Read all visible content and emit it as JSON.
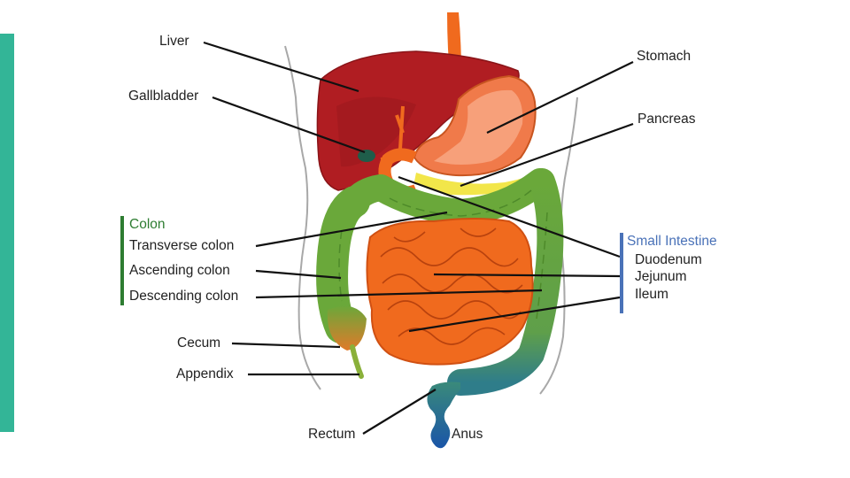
{
  "colors": {
    "accent_bar": "#33b597",
    "colon_group": "#2e7d32",
    "small_intestine_group": "#4a72b8",
    "liver": "#b01d22",
    "stomach": "#f07a4a",
    "intestine": "#f06a1e",
    "colon": "#6aa83a",
    "rectum": "#1f63a8",
    "pancreas": "#f2e64a"
  },
  "labels": {
    "liver": "Liver",
    "gallbladder": "Gallbladder",
    "stomach": "Stomach",
    "pancreas": "Pancreas",
    "cecum": "Cecum",
    "appendix": "Appendix",
    "rectum": "Rectum",
    "anus": "Anus"
  },
  "colon_group": {
    "title": "Colon",
    "items": [
      "Transverse colon",
      "Ascending colon",
      "Descending colon"
    ]
  },
  "small_intestine_group": {
    "title": "Small Intestine",
    "items": [
      "Duodenum",
      "Jejunum",
      "Ileum"
    ]
  }
}
